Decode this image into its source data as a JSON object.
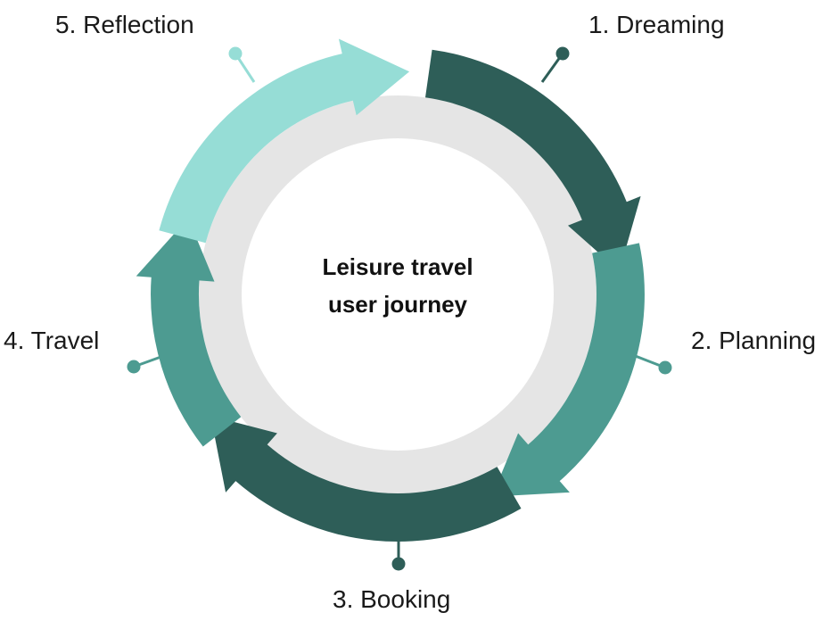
{
  "title": {
    "line1": "Leisure travel",
    "line2": "user journey"
  },
  "stages": [
    {
      "label": "1. Dreaming",
      "color": "#2e5e58"
    },
    {
      "label": "2. Planning",
      "color": "#4d9b91"
    },
    {
      "label": "3. Booking",
      "color": "#2e5e58"
    },
    {
      "label": "4. Travel",
      "color": "#4d9b91"
    },
    {
      "label": "5. Reflection",
      "color": "#96ddd6"
    }
  ],
  "colors": {
    "inner_ring": "#e5e5e5",
    "center": "#ffffff",
    "outer_ring": "#ffffff"
  }
}
